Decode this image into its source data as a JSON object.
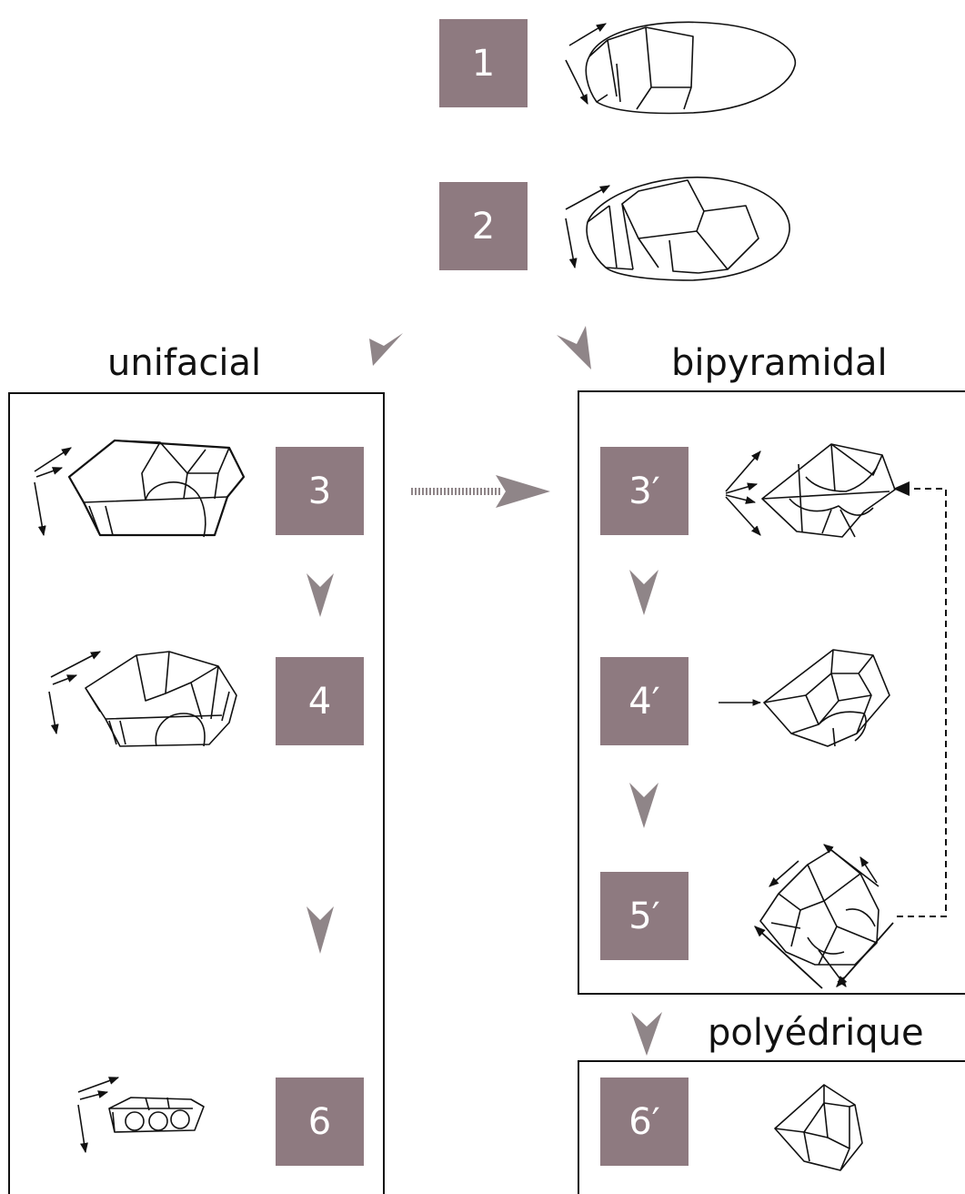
{
  "colors": {
    "step_box": "#8e7a80",
    "arrow_head": "#8f8588",
    "line": "#111111",
    "box_text": "#ffffff"
  },
  "headers": {
    "unifacial": "unifacial",
    "bipyramidal": "bipyramidal",
    "polyedrique": "polyédrique"
  },
  "steps": {
    "s1": "1",
    "s2": "2",
    "s3": "3",
    "s4": "4",
    "s6": "6",
    "s3p": "3′",
    "s4p": "4′",
    "s5p": "5′",
    "s6p": "6′"
  },
  "icons": [
    "flow-arrowhead",
    "dotted-transition-arrow",
    "dashed-return-arrow",
    "flaking-direction-arrow",
    "core-drawing"
  ]
}
